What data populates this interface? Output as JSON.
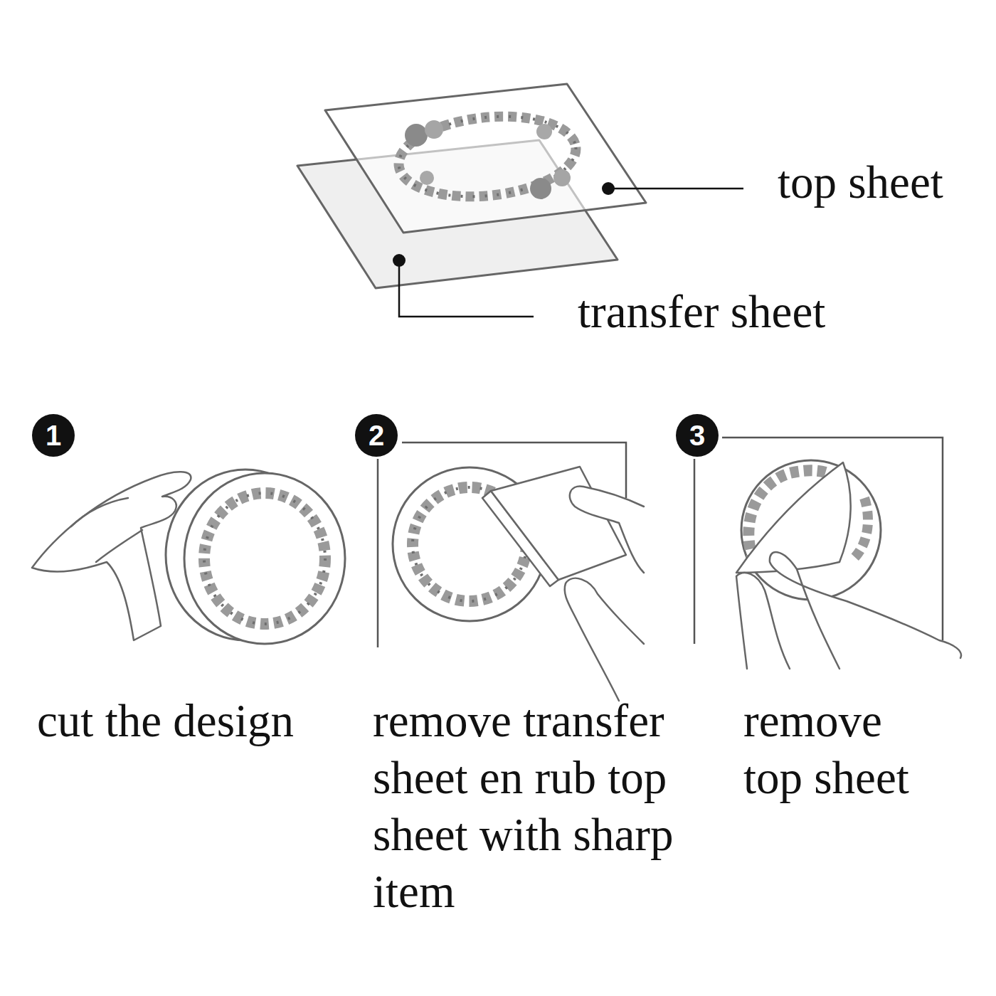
{
  "diagram": {
    "nodes": [
      {
        "text": [
          "1"
        ]
      },
      {
        "text": [
          "2"
        ]
      },
      {
        "text": [
          "3"
        ]
      }
    ],
    "labels": [
      "top sheet",
      "transfer sheet",
      "cut the design",
      "remove transfer sheet en rub top sheet with sharp item",
      "remove top sheet"
    ]
  }
}
